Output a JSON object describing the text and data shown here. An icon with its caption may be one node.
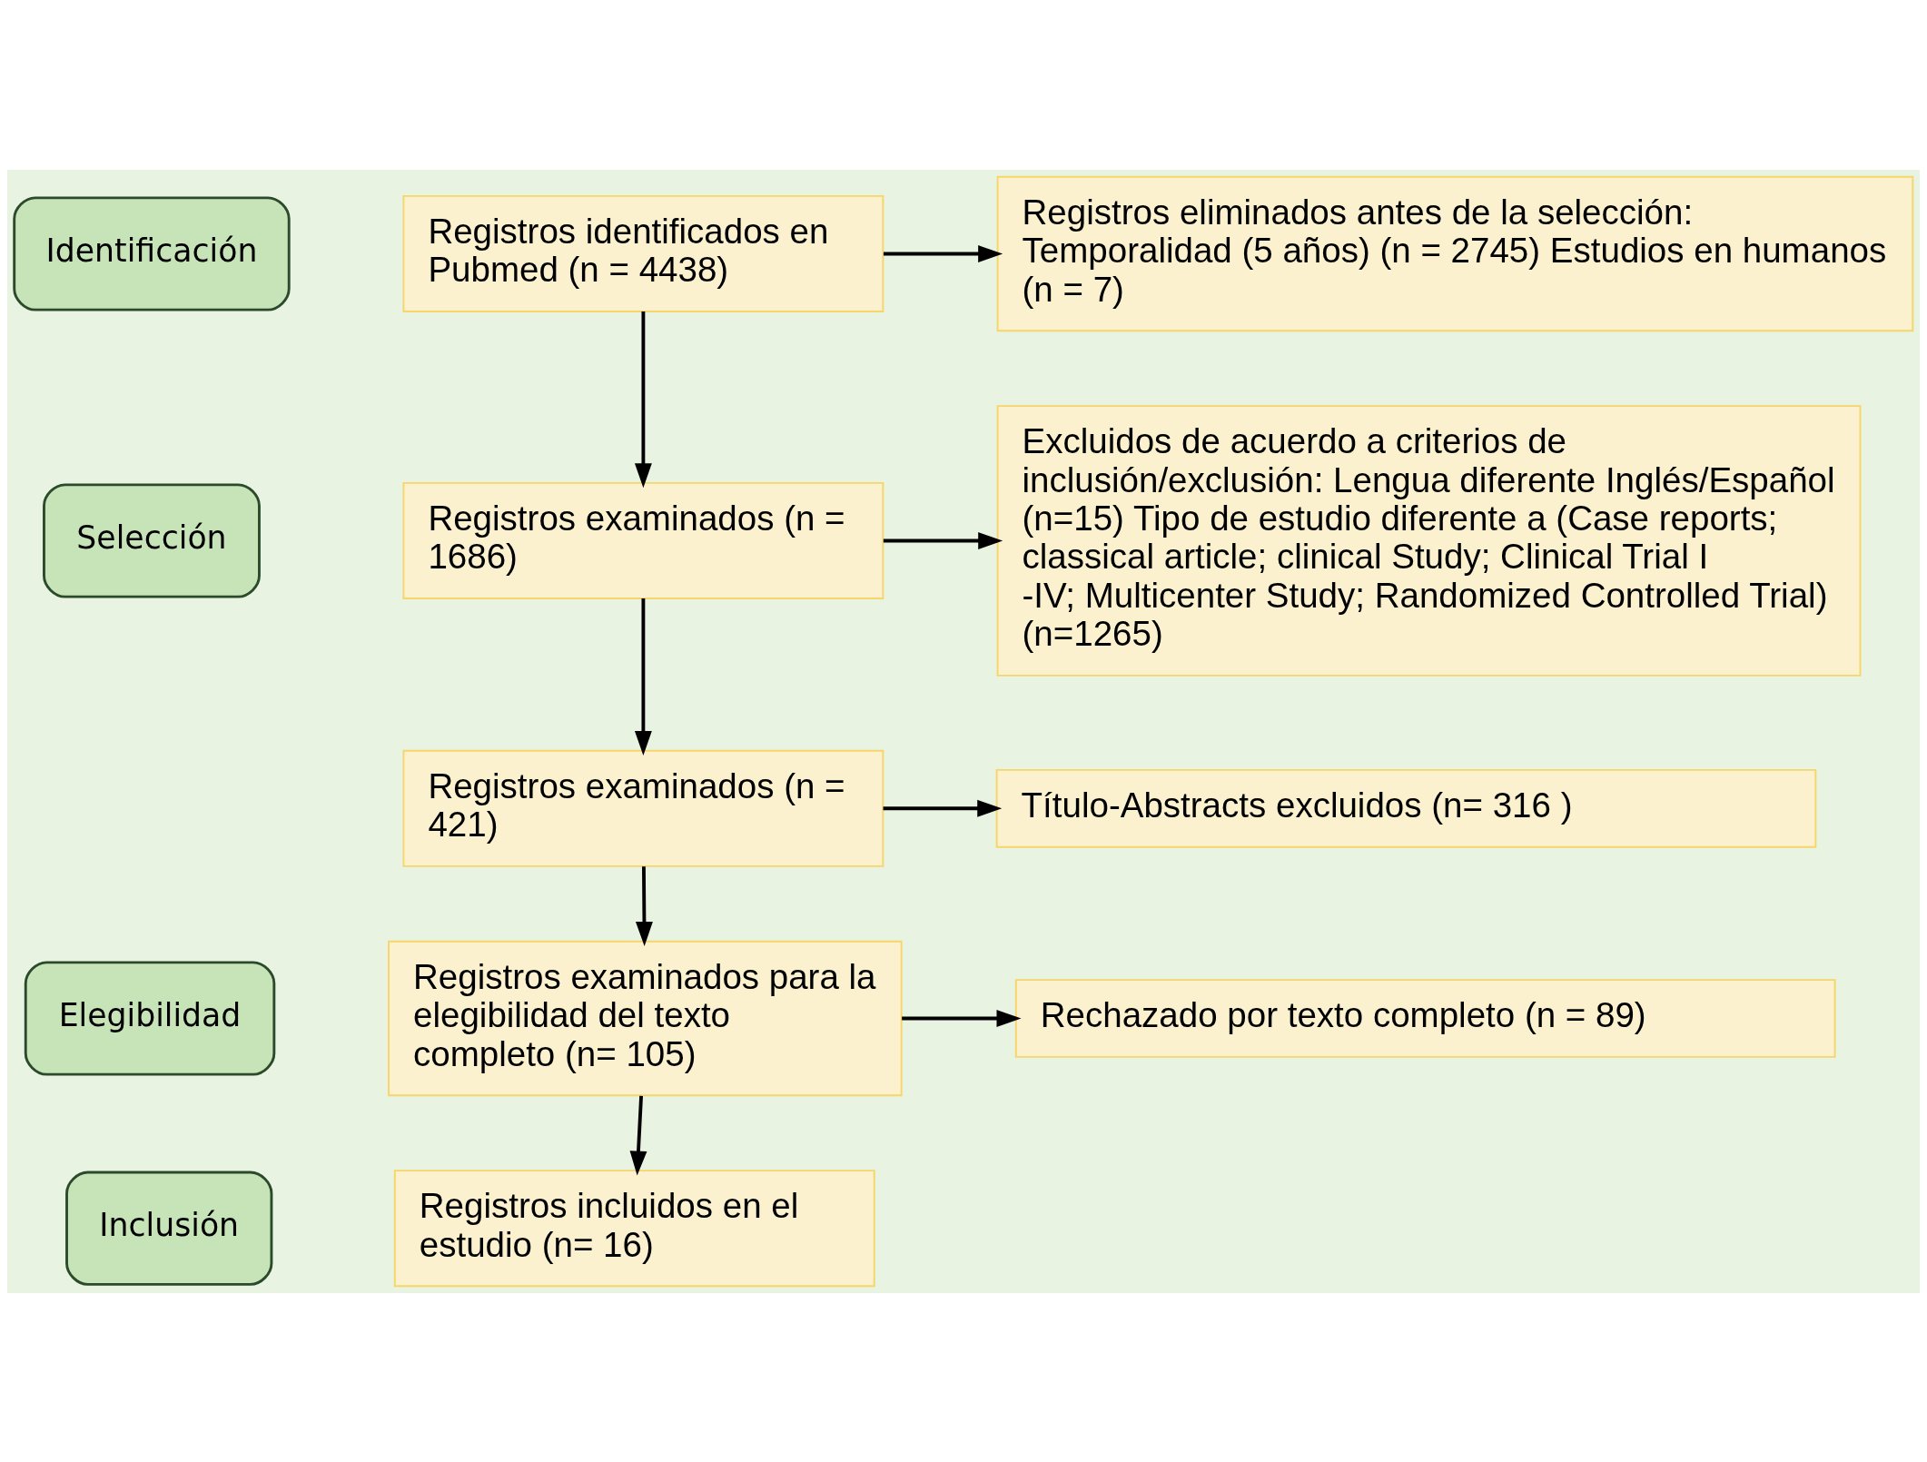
{
  "diagram": {
    "nodes": [
      {
        "text": [
          "Identificación"
        ]
      },
      {
        "text": [
          "Selección"
        ]
      },
      {
        "text": [
          "Elegibilidad"
        ]
      },
      {
        "text": [
          "Inclusión"
        ]
      },
      {
        "text": [
          "Registros identificados en Pubmed (n = 4438)"
        ]
      },
      {
        "text": [
          "Registros examinados (n = 1686)"
        ]
      },
      {
        "text": [
          "Registros examinados (n = 421)"
        ]
      },
      {
        "text": [
          "Registros examinados para la elegibilidad del texto completo (n= 105)"
        ]
      },
      {
        "text": [
          "Registros incluidos en el estudio (n= 16)"
        ]
      },
      {
        "text": [
          "Registros eliminados antes de la selección: Temporalidad (5 años) (n = 2745) Estudios en humanos (n = 7)"
        ]
      },
      {
        "text": [
          "Excluidos de acuerdo a criterios de inclusión/exclusión: Lengua diferente Inglés/Español (n=15) Tipo de estudio diferente a (Case reports; classical article; clinical Study; Clinical Trial I -IV; Multicenter Study; Randomized Controlled Trial) (n=1265)"
        ]
      },
      {
        "text": [
          "Título-Abstracts excluidos (n= 316 )"
        ]
      },
      {
        "text": [
          "Rechazado por texto completo (n = 89)"
        ]
      }
    ],
    "edges": [
      {
        "from": 4,
        "to": 5,
        "arrow": "to"
      },
      {
        "from": 5,
        "to": 6,
        "arrow": "to"
      },
      {
        "from": 6,
        "to": 7,
        "arrow": "to"
      },
      {
        "from": 7,
        "to": 8,
        "arrow": "to"
      },
      {
        "from": 4,
        "to": 9,
        "arrow": "to"
      },
      {
        "from": 5,
        "to": 10,
        "arrow": "to"
      },
      {
        "from": 6,
        "to": 11,
        "arrow": "to"
      },
      {
        "from": 7,
        "to": 12,
        "arrow": "to"
      }
    ]
  }
}
